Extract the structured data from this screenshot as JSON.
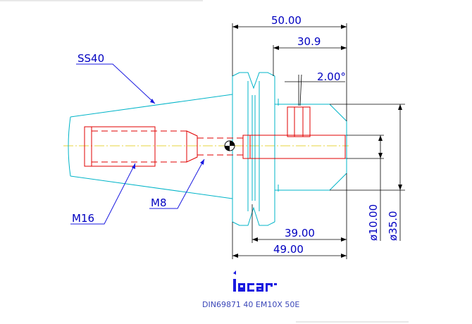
{
  "drawing": {
    "labels": {
      "taper": "SS40",
      "thread_large": "M16",
      "thread_small": "M8",
      "angle": "2.00°"
    },
    "dimensions": {
      "overall_length": "50.00",
      "upper_length": "30.9",
      "lower_length": "39.00",
      "flange_length": "49.00",
      "bore_diameter": "ø10.00",
      "body_diameter": "ø35.0"
    }
  },
  "title_block": {
    "logo": "iscar",
    "part_code": "DIN69871 40 EM10X 50E"
  }
}
